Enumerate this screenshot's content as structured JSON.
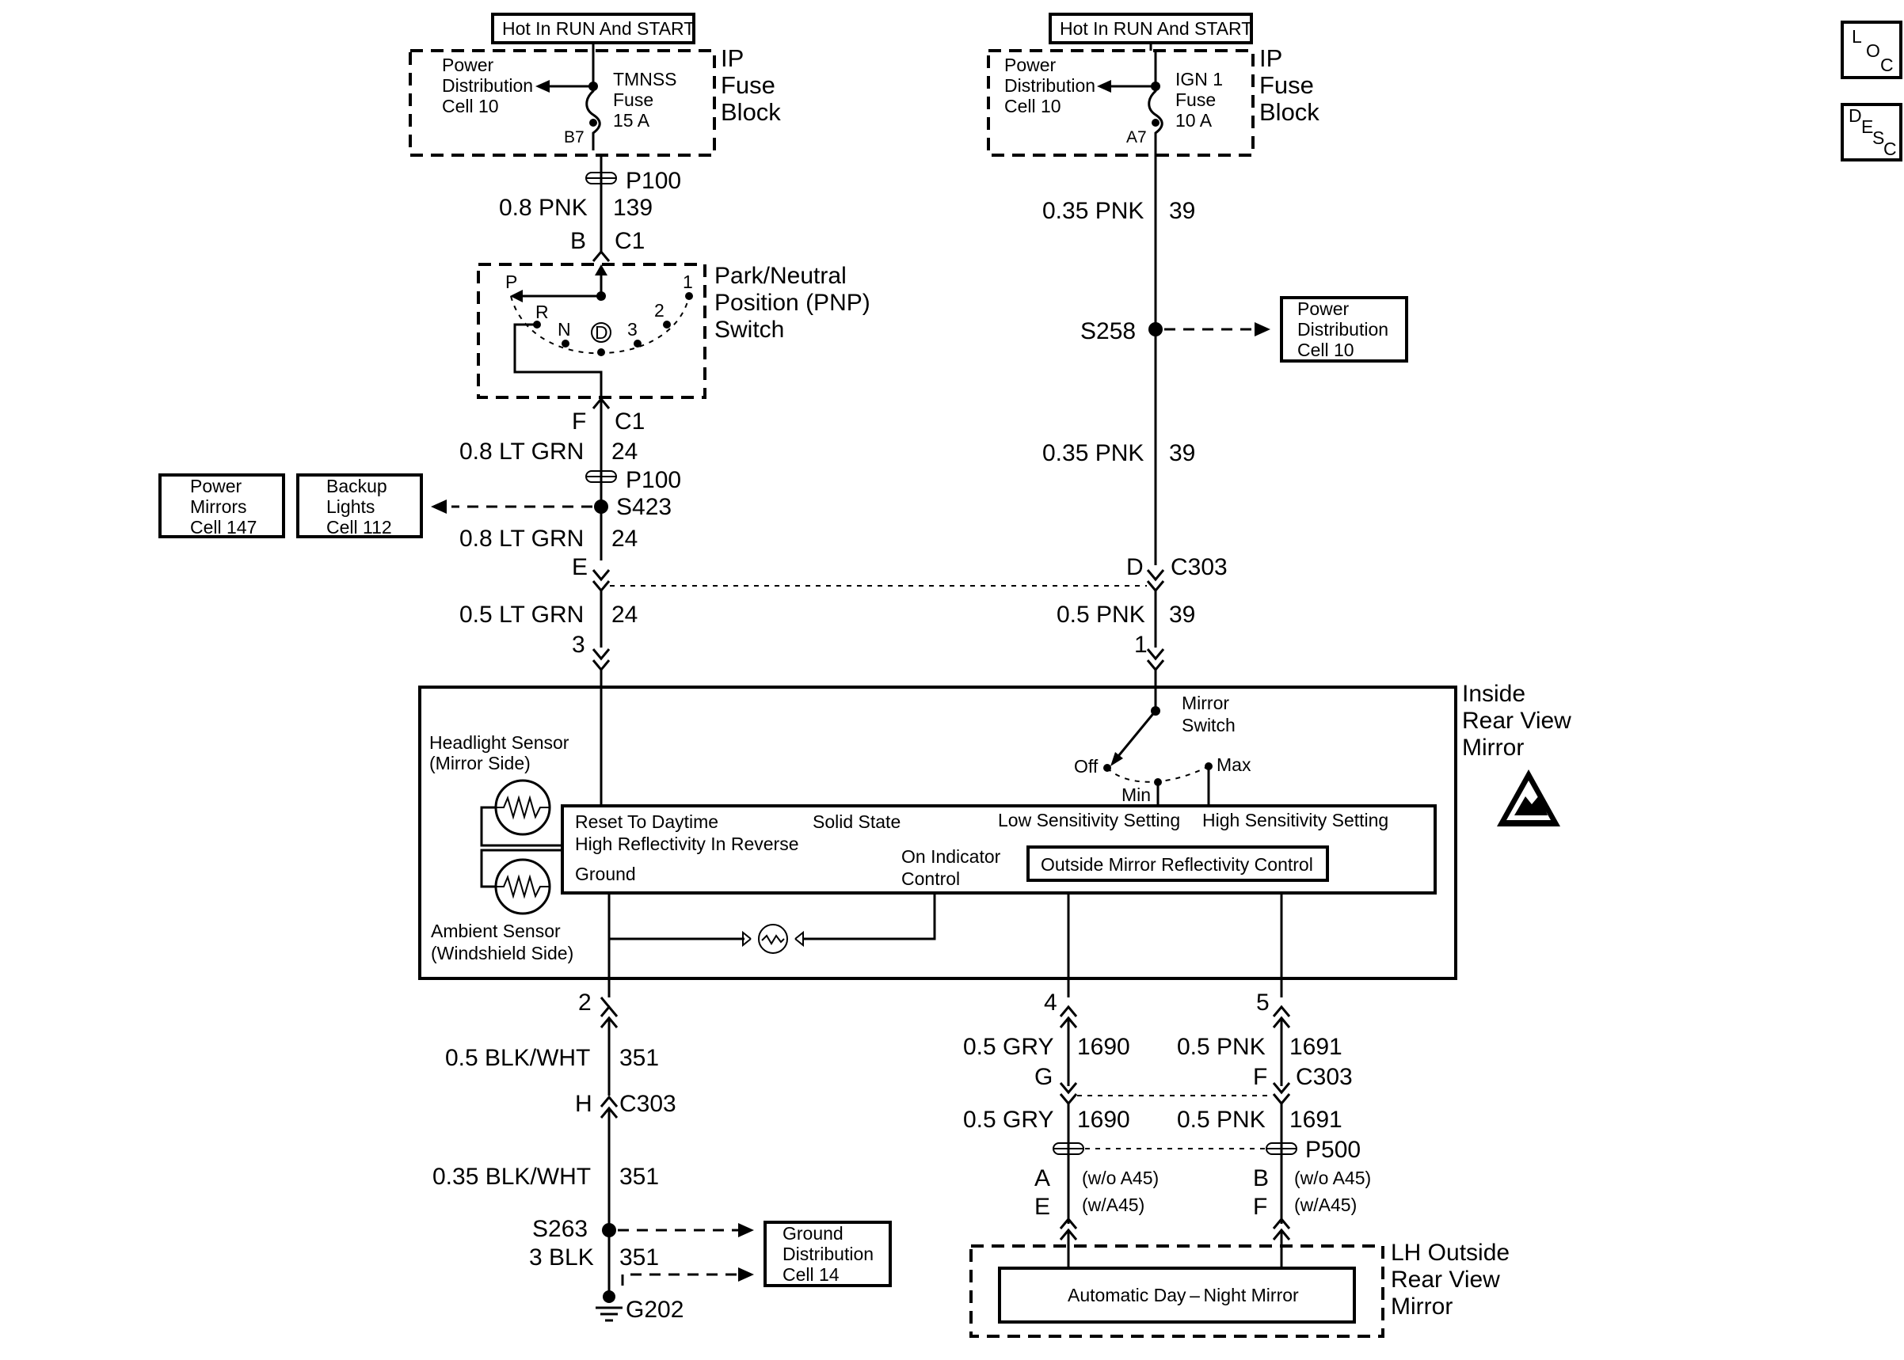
{
  "top_labels": {
    "left_hot": "Hot In RUN And START",
    "right_hot": "Hot In RUN And START"
  },
  "fuse_block": {
    "ip_1": "IP",
    "fuse_1": "Fuse",
    "block_1": "Block",
    "ip_2": "IP",
    "fuse_2": "Fuse",
    "block_2": "Block",
    "left_pd_1": "Power",
    "left_pd_2": "Distribution",
    "left_pd_3": "Cell 10",
    "left_fuse_name": "TMNSS",
    "left_fuse_word": "Fuse",
    "left_fuse_amp": "15 A",
    "left_pin": "B7",
    "right_pd_1": "Power",
    "right_pd_2": "Distribution",
    "right_pd_3": "Cell 10",
    "right_fuse_name": "IGN 1",
    "right_fuse_word": "Fuse",
    "right_fuse_amp": "10 A",
    "right_pin": "A7"
  },
  "left_column": {
    "p100_a": "P100",
    "w1_gauge": "0.8 PNK",
    "w1_circuit": "139",
    "c1_pin_b": "B",
    "c1_a": "C1",
    "pnp_1": "Park/Neutral",
    "pnp_2": "Position (PNP)",
    "pnp_3": "Switch",
    "pos_p": "P",
    "pos_r": "R",
    "pos_n": "N",
    "pos_d": "D",
    "pos_3": "3",
    "pos_2": "2",
    "pos_1": "1",
    "c1_pin_f": "F",
    "c1_b": "C1",
    "w2_gauge": "0.8 LT GRN",
    "w2_circuit": "24",
    "p100_b": "P100",
    "s423": "S423",
    "w3_gauge": "0.8 LT GRN",
    "w3_circuit": "24",
    "pin_e": "E",
    "w4_gauge": "0.5 LT GRN",
    "w4_circuit": "24",
    "pin_3": "3",
    "power_mirrors_1": "Power",
    "power_mirrors_2": "Mirrors",
    "power_mirrors_3": "Cell 147",
    "backup_1": "Backup",
    "backup_2": "Lights",
    "backup_3": "Cell 112"
  },
  "right_column": {
    "w1_gauge": "0.35 PNK",
    "w1_circuit": "39",
    "s258": "S258",
    "pd_1": "Power",
    "pd_2": "Distribution",
    "pd_3": "Cell 10",
    "w2_gauge": "0.35 PNK",
    "w2_circuit": "39",
    "pin_d": "D",
    "c303": "C303",
    "w3_gauge": "0.5 PNK",
    "w3_circuit": "39",
    "pin_1": "1"
  },
  "mirror": {
    "title_1": "Inside",
    "title_2": "Rear View",
    "title_3": "Mirror",
    "mirror_switch_1": "Mirror",
    "mirror_switch_2": "Switch",
    "off": "Off",
    "min": "Min",
    "max": "Max",
    "headlight_1": "Headlight Sensor",
    "headlight_2": "(Mirror Side)",
    "ambient_1": "Ambient Sensor",
    "ambient_2": "(Windshield Side)",
    "reset": "Reset To Daytime",
    "high_refl": "High Reflectivity In Reverse",
    "ground": "Ground",
    "solid_state": "Solid State",
    "on_ind_1": "On Indicator",
    "on_ind_2": "Control",
    "low_sens": "Low Sensitivity Setting",
    "high_sens": "High Sensitivity Setting",
    "outside_ctrl": "Outside Mirror  Reflectivity Control"
  },
  "bottom_left": {
    "pin_2": "2",
    "w1_gauge": "0.5 BLK/WHT",
    "w1_circuit": "351",
    "pin_h": "H",
    "c303": "C303",
    "w2_gauge": "0.35 BLK/WHT",
    "w2_circuit": "351",
    "s263": "S263",
    "w3_gauge": "3 BLK",
    "w3_circuit": "351",
    "g202": "G202",
    "gd_1": "Ground",
    "gd_2": "Distribution",
    "gd_3": "Cell 14"
  },
  "bottom_right": {
    "pin_4": "4",
    "pin_5": "5",
    "w1a_gauge": "0.5 GRY",
    "w1a_circuit": "1690",
    "w1b_gauge": "0.5 PNK",
    "w1b_circuit": "1691",
    "pin_g": "G",
    "pin_f": "F",
    "c303": "C303",
    "w2a_gauge": "0.5 GRY",
    "w2a_circuit": "1690",
    "w2b_gauge": "0.5 PNK",
    "w2b_circuit": "1691",
    "p500": "P500",
    "pin_a": "A",
    "pin_e": "E",
    "pin_b": "B",
    "pin_f2": "F",
    "wo_a45_1": "(w/o A45)",
    "w_a45_1": "(w/A45)",
    "wo_a45_2": "(w/o A45)",
    "w_a45_2": "(w/A45)",
    "lh_1": "LH Outside",
    "lh_2": "Rear View",
    "lh_3": "Mirror",
    "auto_mirror": "Automatic Day – Night Mirror"
  },
  "corner_buttons": {
    "loc_l": "L",
    "loc_o": "O",
    "loc_c": "C",
    "desc_d": "D",
    "desc_e": "E",
    "desc_s": "S",
    "desc_c": "C"
  }
}
